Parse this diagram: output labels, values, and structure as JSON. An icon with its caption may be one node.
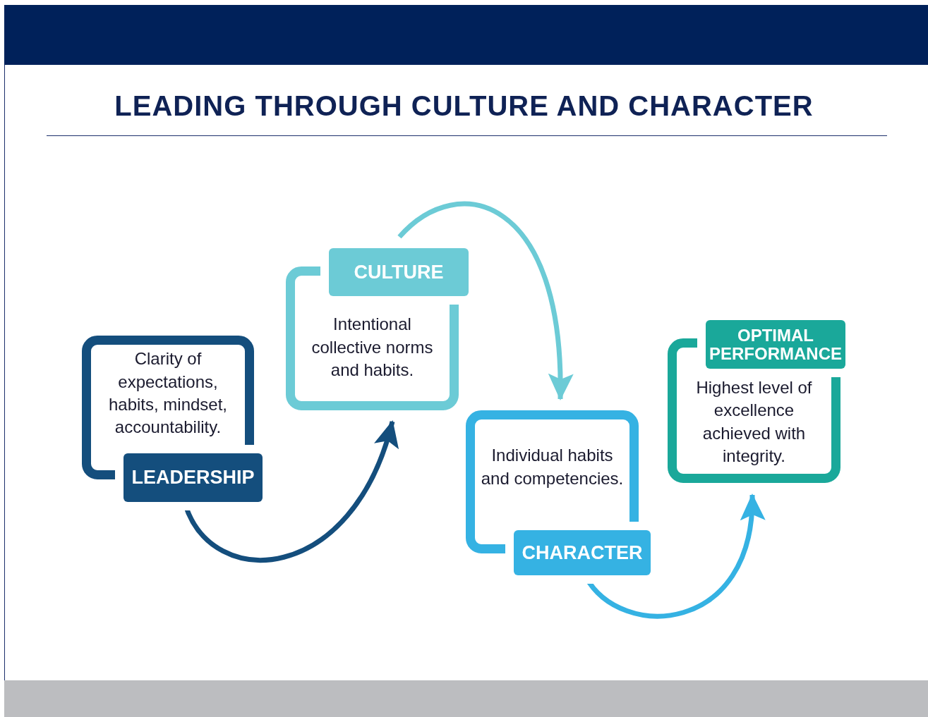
{
  "diagram": {
    "title": "LEADING THROUGH CULTURE AND CHARACTER",
    "nodes": [
      {
        "text": [
          "Clarity of expectations, habits, mindset, accountability.",
          "LEADERSHIP"
        ]
      },
      {
        "text": [
          "CULTURE",
          "Intentional collective norms and habits."
        ]
      },
      {
        "text": [
          "Individual habits and competencies.",
          "CHARACTER"
        ]
      },
      {
        "text": [
          "OPTIMAL PERFORMANCE",
          "Highest level of excellence achieved with integrity."
        ]
      }
    ],
    "edges": [
      {
        "from": 0,
        "to": 1,
        "arrow": "to",
        "color": "#144e7d"
      },
      {
        "from": 1,
        "to": 2,
        "arrow": "to",
        "color": "#6ccbd6"
      },
      {
        "from": 2,
        "to": 3,
        "arrow": "to",
        "color": "#35b2e3"
      }
    ]
  }
}
